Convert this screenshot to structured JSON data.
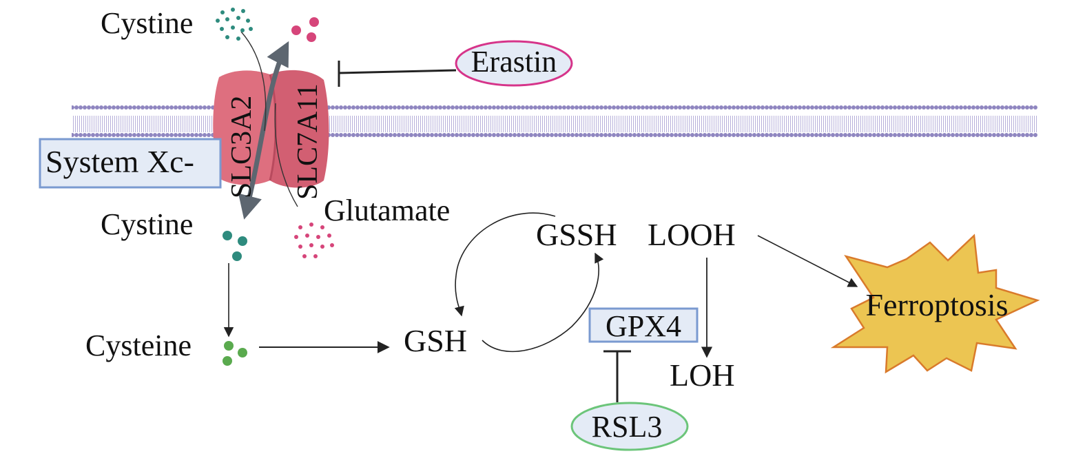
{
  "labels": {
    "cystine_top": "Cystine",
    "cystine_bottom": "Cystine",
    "cysteine": "Cysteine",
    "glutamate": "Glutamate",
    "erastin": "Erastin",
    "system_xc": "System Xc-",
    "slc3a2": "SLC3A2",
    "slc7a11": "SLC7A11",
    "gsh": "GSH",
    "gssh": "GSSH",
    "looh": "LOOH",
    "loh": "LOH",
    "gpx4": "GPX4",
    "rsl3": "RSL3",
    "ferroptosis": "Ferroptosis"
  },
  "colors": {
    "membrane": "#8f86c0",
    "transporter": "#de6f7f",
    "transporter_dark": "#c9566a",
    "cystine_dots": "#2e8b7e",
    "cysteine_dots": "#5aaa4e",
    "glutamate_dots": "#d6457a",
    "erastin_border": "#d6348a",
    "rsl3_border": "#6cc57a",
    "box_fill": "#e4ebf6",
    "box_border": "#7a9ad0",
    "ferroptosis_fill": "#ecc552",
    "ferroptosis_border": "#d97a2b",
    "arrow": "#222222",
    "transport_arrow": "#5d6670"
  }
}
